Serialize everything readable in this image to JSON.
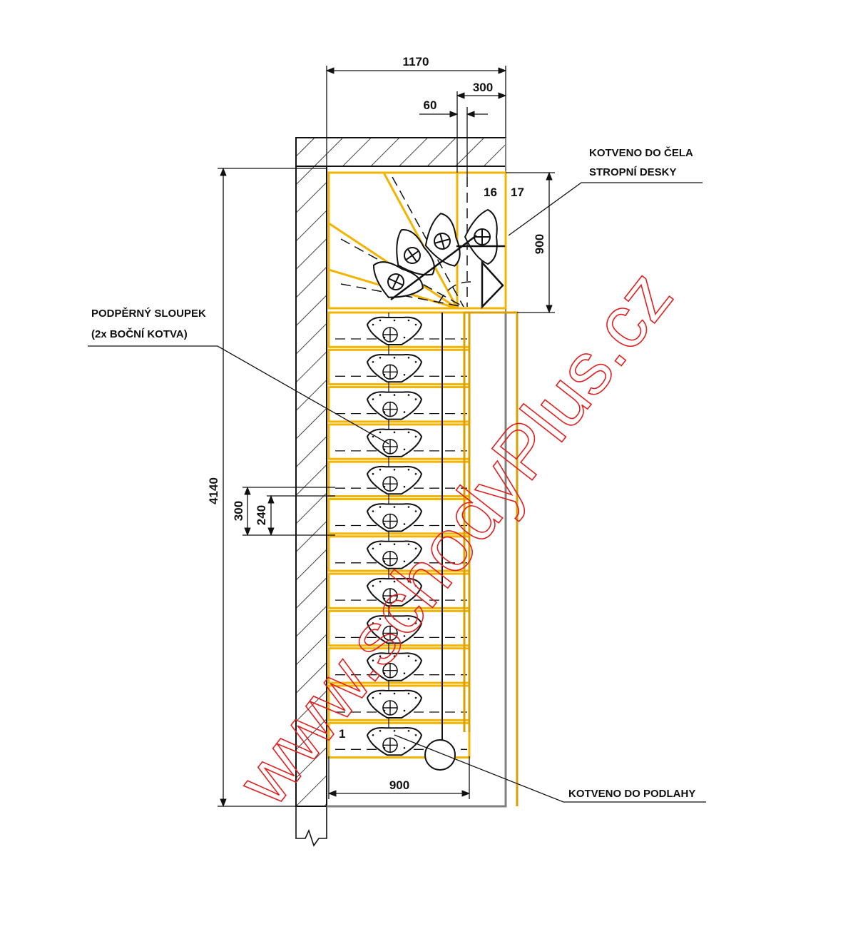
{
  "dimensions": {
    "width_total": "1170",
    "offset_300": "300",
    "offset_60": "60",
    "landing_900": "900",
    "length_total": "4140",
    "pitch_300": "300",
    "tread_240": "240",
    "flight_width": "900"
  },
  "step_numbers": {
    "first": "1",
    "sixteen": "16",
    "seventeen": "17"
  },
  "annotations": {
    "top_anchor_line1": "KOTVENO DO ČELA",
    "top_anchor_line2": "STROPNÍ DESKY",
    "support_line1": "PODPĚRNÝ SLOUPEK",
    "support_line2": "(2x BOČNÍ KOTVA)",
    "floor_anchor": "KOTVENO DO PODLAHY"
  },
  "watermark": "www.schodyPlus.cz",
  "colors": {
    "tread_outline": "#f2b400",
    "handrail": "#d9a000",
    "line": "#111111",
    "wall_outline": "#808080",
    "watermark": "#e02020"
  }
}
